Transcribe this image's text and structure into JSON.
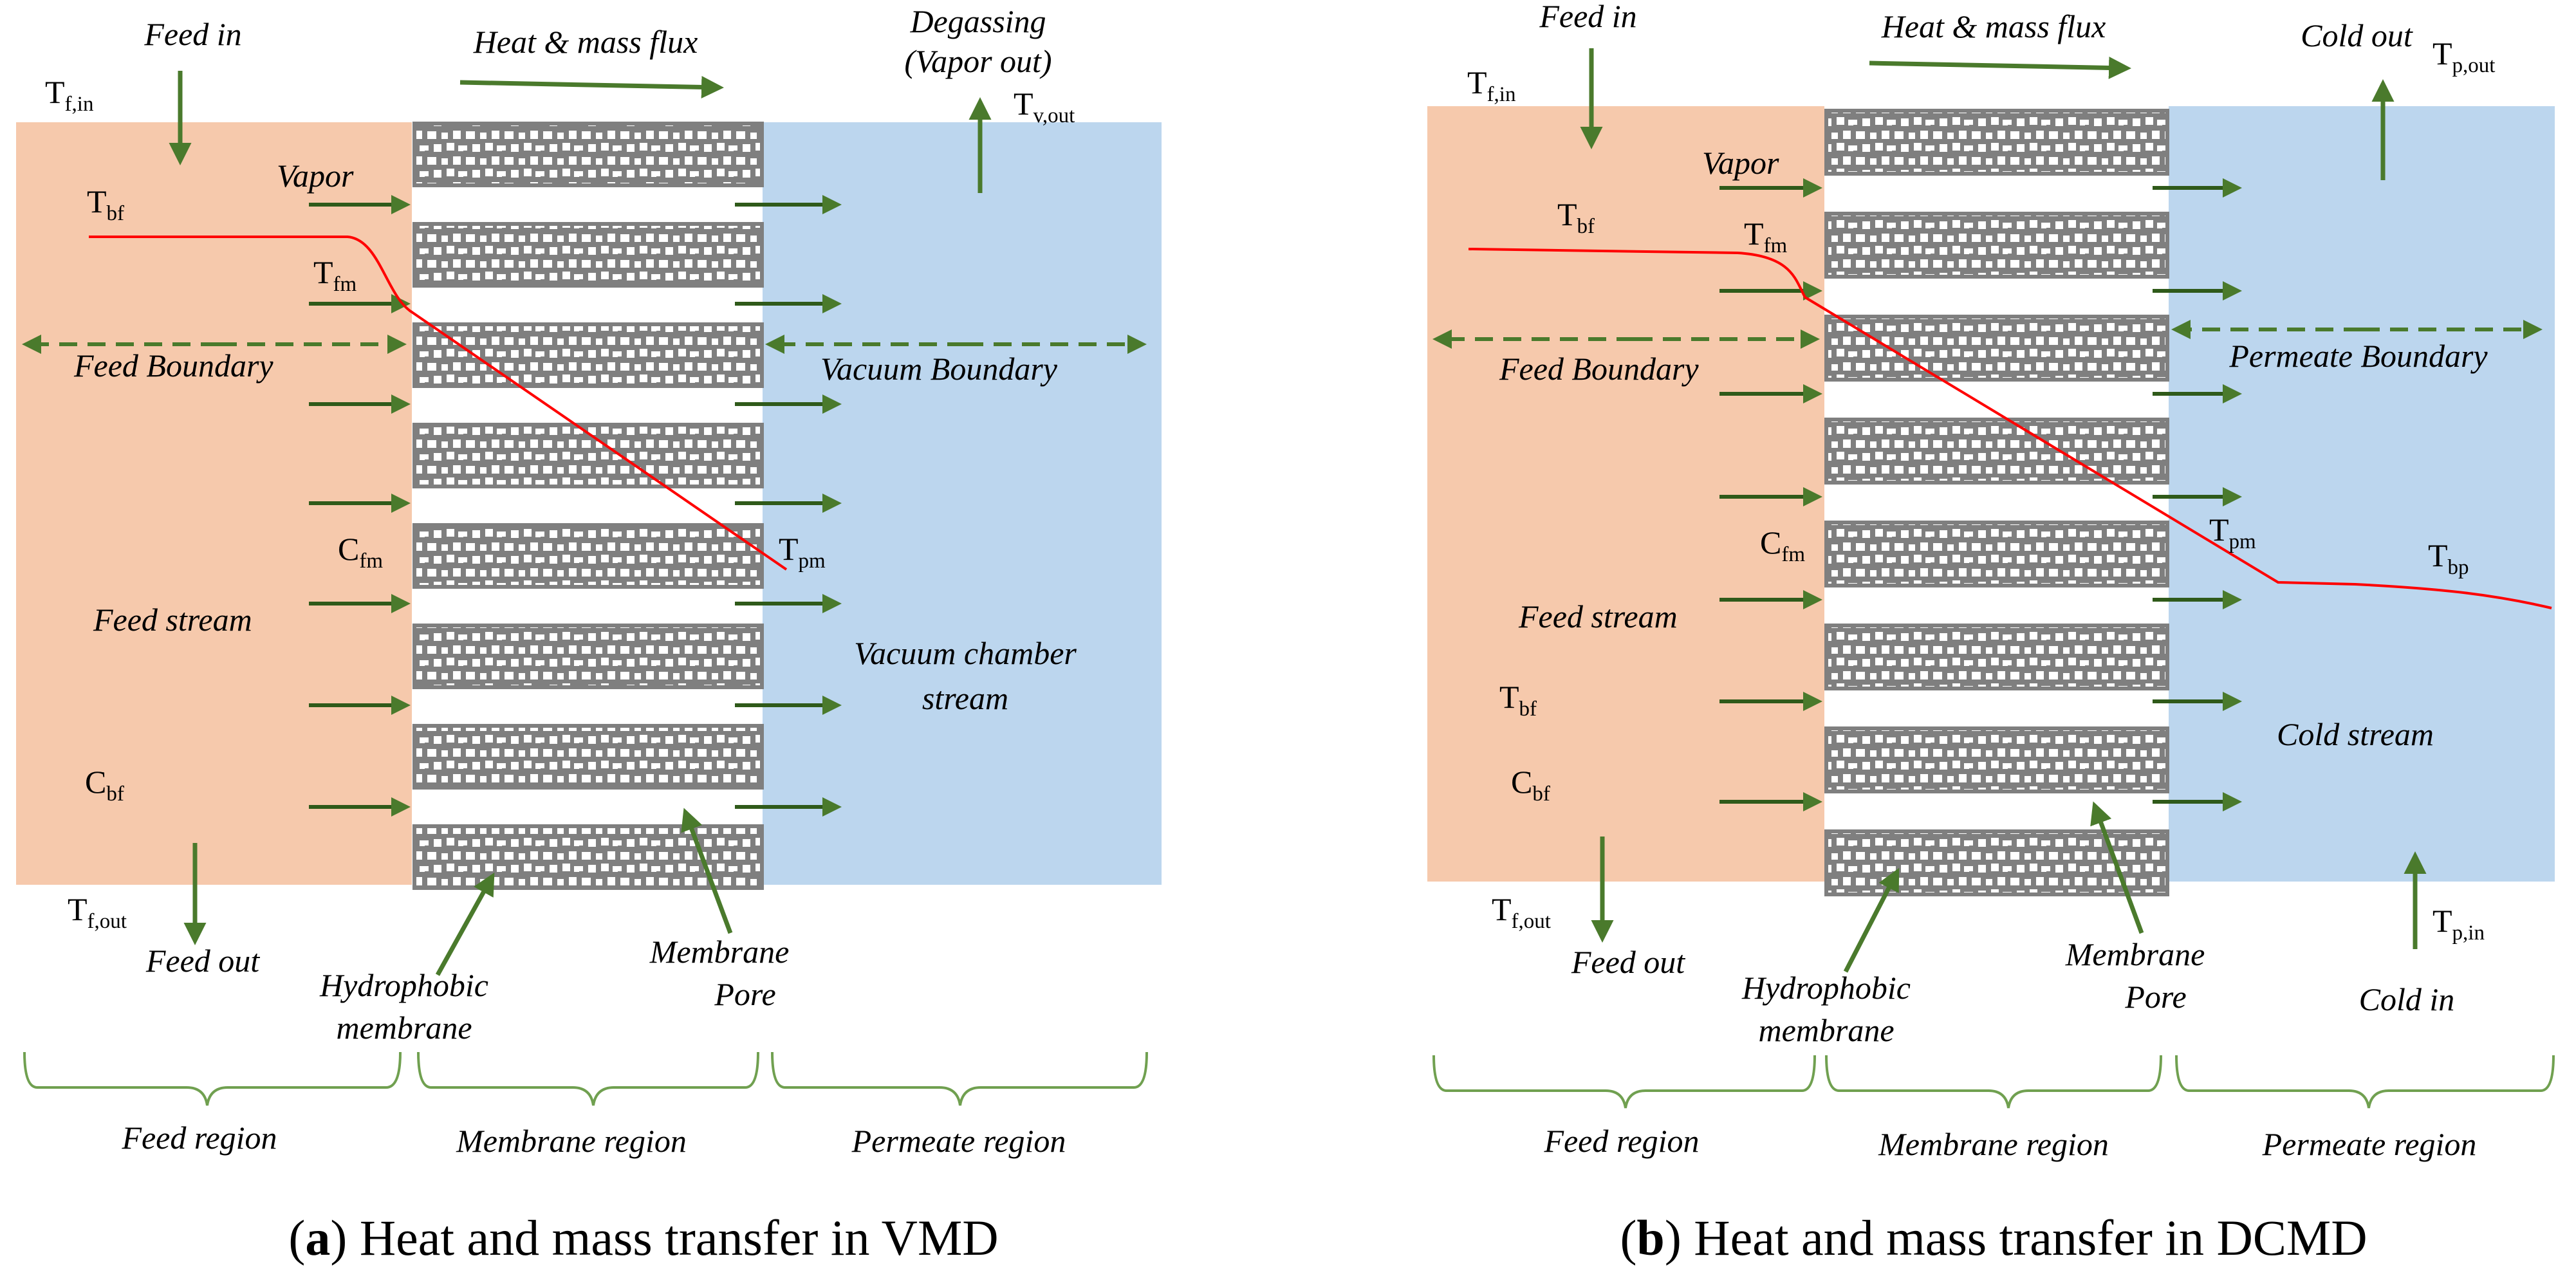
{
  "colors": {
    "feed_region": "#F6C9AC",
    "permeate_region": "#BCD6EE",
    "membrane": "#7F7F7F",
    "arrow": "#4A7A2C",
    "temperature_profile": "#FF0000",
    "brace": "#70A050"
  },
  "panel_a": {
    "caption_letter": "a",
    "caption_text": " Heat and mass transfer in VMD",
    "feed_in": "Feed in",
    "feed_out": "Feed out",
    "heat_mass_flux": "Heat & mass flux",
    "degassing_line1": "Degassing",
    "degassing_line2": "(Vapor out)",
    "vapor": "Vapor",
    "feed_boundary": "Feed Boundary",
    "permeate_boundary": "Vacuum Boundary",
    "feed_stream": "Feed stream",
    "permeate_stream_line1": "Vacuum chamber",
    "permeate_stream_line2": "stream",
    "hydrophobic_line1": "Hydrophobic",
    "hydrophobic_line2": "membrane",
    "pore_line1": "Membrane",
    "pore_line2": "Pore",
    "feed_region": "Feed region",
    "membrane_region": "Membrane region",
    "permeate_region": "Permeate region",
    "t_f_in": {
      "main": "T",
      "sub": "f,in"
    },
    "t_f_out": {
      "main": "T",
      "sub": "f,out"
    },
    "t_v_out": {
      "main": "T",
      "sub": "v,out"
    },
    "t_bf": {
      "main": "T",
      "sub": "bf"
    },
    "t_fm": {
      "main": "T",
      "sub": "fm"
    },
    "c_fm": {
      "main": "C",
      "sub": "fm"
    },
    "t_pm": {
      "main": "T",
      "sub": "pm"
    },
    "c_bf": {
      "main": "C",
      "sub": "bf"
    }
  },
  "panel_b": {
    "caption_letter": "b",
    "caption_text": " Heat and mass transfer in DCMD",
    "feed_in": "Feed in",
    "feed_out": "Feed out",
    "heat_mass_flux": "Heat & mass flux",
    "cold_out": "Cold out",
    "cold_in": "Cold in",
    "vapor": "Vapor",
    "feed_boundary": "Feed Boundary",
    "permeate_boundary": "Permeate Boundary",
    "feed_stream": "Feed stream",
    "cold_stream": "Cold stream",
    "hydrophobic_line1": "Hydrophobic",
    "hydrophobic_line2": "membrane",
    "pore_line1": "Membrane",
    "pore_line2": "Pore",
    "feed_region": "Feed region",
    "membrane_region": "Membrane region",
    "permeate_region": "Permeate region",
    "t_f_in": {
      "main": "T",
      "sub": "f,in"
    },
    "t_f_out": {
      "main": "T",
      "sub": "f,out"
    },
    "t_p_out": {
      "main": "T",
      "sub": "p,out"
    },
    "t_p_in": {
      "main": "T",
      "sub": "p,in"
    },
    "t_bf_top": {
      "main": "T",
      "sub": "bf"
    },
    "t_fm": {
      "main": "T",
      "sub": "fm"
    },
    "c_fm": {
      "main": "C",
      "sub": "fm"
    },
    "t_pm": {
      "main": "T",
      "sub": "pm"
    },
    "t_bp": {
      "main": "T",
      "sub": "bp"
    },
    "t_bf_low": {
      "main": "T",
      "sub": "bf"
    },
    "c_bf": {
      "main": "C",
      "sub": "bf"
    }
  }
}
